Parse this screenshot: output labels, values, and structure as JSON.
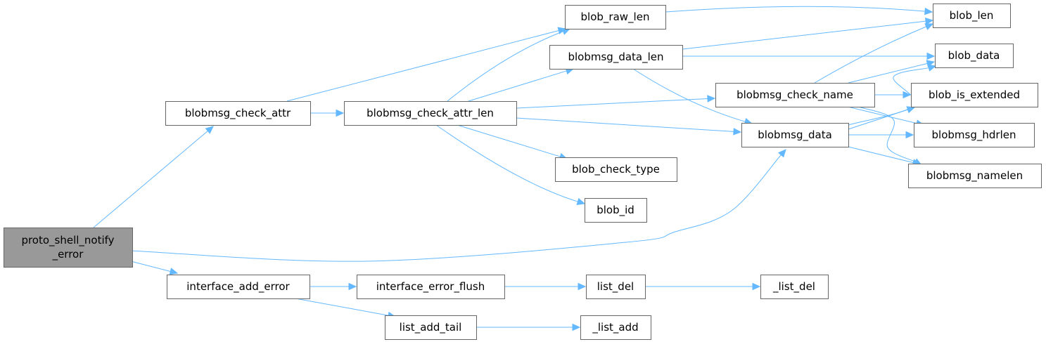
{
  "colors": {
    "edge": "#63b8ff",
    "node_border": "#666666",
    "root_fill": "#999999",
    "node_fill": "#ffffff"
  },
  "nodes": [
    {
      "id": "proto_shell_notify_error",
      "lines": [
        "proto_shell_notify",
        "_error"
      ],
      "root": true
    },
    {
      "id": "blobmsg_check_attr",
      "lines": [
        "blobmsg_check_attr"
      ]
    },
    {
      "id": "interface_add_error",
      "lines": [
        "interface_add_error"
      ]
    },
    {
      "id": "blobmsg_check_attr_len",
      "lines": [
        "blobmsg_check_attr_len"
      ]
    },
    {
      "id": "interface_error_flush",
      "lines": [
        "interface_error_flush"
      ]
    },
    {
      "id": "list_add_tail",
      "lines": [
        "list_add_tail"
      ]
    },
    {
      "id": "blob_raw_len",
      "lines": [
        "blob_raw_len"
      ]
    },
    {
      "id": "blobmsg_data_len",
      "lines": [
        "blobmsg_data_len"
      ]
    },
    {
      "id": "blob_check_type",
      "lines": [
        "blob_check_type"
      ]
    },
    {
      "id": "blob_id",
      "lines": [
        "blob_id"
      ]
    },
    {
      "id": "list_del",
      "lines": [
        "list_del"
      ]
    },
    {
      "id": "_list_add",
      "lines": [
        "_list_add"
      ]
    },
    {
      "id": "blobmsg_check_name",
      "lines": [
        "blobmsg_check_name"
      ]
    },
    {
      "id": "blobmsg_data",
      "lines": [
        "blobmsg_data"
      ]
    },
    {
      "id": "_list_del",
      "lines": [
        "_list_del"
      ]
    },
    {
      "id": "blob_len",
      "lines": [
        "blob_len"
      ]
    },
    {
      "id": "blob_data",
      "lines": [
        "blob_data"
      ]
    },
    {
      "id": "blob_is_extended",
      "lines": [
        "blob_is_extended"
      ]
    },
    {
      "id": "blobmsg_hdrlen",
      "lines": [
        "blobmsg_hdrlen"
      ]
    },
    {
      "id": "blobmsg_namelen",
      "lines": [
        "blobmsg_namelen"
      ]
    }
  ],
  "edges": [
    {
      "from": "proto_shell_notify_error",
      "to": "blobmsg_check_attr"
    },
    {
      "from": "proto_shell_notify_error",
      "to": "blobmsg_data"
    },
    {
      "from": "proto_shell_notify_error",
      "to": "interface_add_error"
    },
    {
      "from": "blobmsg_check_attr",
      "to": "blob_raw_len"
    },
    {
      "from": "blobmsg_check_attr",
      "to": "blobmsg_check_attr_len"
    },
    {
      "from": "blobmsg_check_attr_len",
      "to": "blob_raw_len"
    },
    {
      "from": "blobmsg_check_attr_len",
      "to": "blobmsg_data_len"
    },
    {
      "from": "blobmsg_check_attr_len",
      "to": "blobmsg_check_name"
    },
    {
      "from": "blobmsg_check_attr_len",
      "to": "blobmsg_data"
    },
    {
      "from": "blobmsg_check_attr_len",
      "to": "blob_check_type"
    },
    {
      "from": "blobmsg_check_attr_len",
      "to": "blob_id"
    },
    {
      "from": "blob_raw_len",
      "to": "blob_len"
    },
    {
      "from": "blobmsg_data_len",
      "to": "blob_len"
    },
    {
      "from": "blobmsg_data_len",
      "to": "blob_data"
    },
    {
      "from": "blobmsg_data_len",
      "to": "blobmsg_data"
    },
    {
      "from": "blobmsg_check_name",
      "to": "blob_len"
    },
    {
      "from": "blobmsg_check_name",
      "to": "blob_data"
    },
    {
      "from": "blobmsg_check_name",
      "to": "blob_is_extended"
    },
    {
      "from": "blobmsg_check_name",
      "to": "blobmsg_hdrlen"
    },
    {
      "from": "blobmsg_check_name",
      "to": "blobmsg_namelen"
    },
    {
      "from": "blobmsg_data",
      "to": "blob_data"
    },
    {
      "from": "blobmsg_data",
      "to": "blob_is_extended"
    },
    {
      "from": "blobmsg_data",
      "to": "blobmsg_hdrlen"
    },
    {
      "from": "blobmsg_data",
      "to": "blobmsg_namelen"
    },
    {
      "from": "interface_add_error",
      "to": "interface_error_flush"
    },
    {
      "from": "interface_add_error",
      "to": "list_add_tail"
    },
    {
      "from": "interface_error_flush",
      "to": "list_del"
    },
    {
      "from": "list_del",
      "to": "_list_del"
    },
    {
      "from": "list_add_tail",
      "to": "_list_add"
    }
  ]
}
